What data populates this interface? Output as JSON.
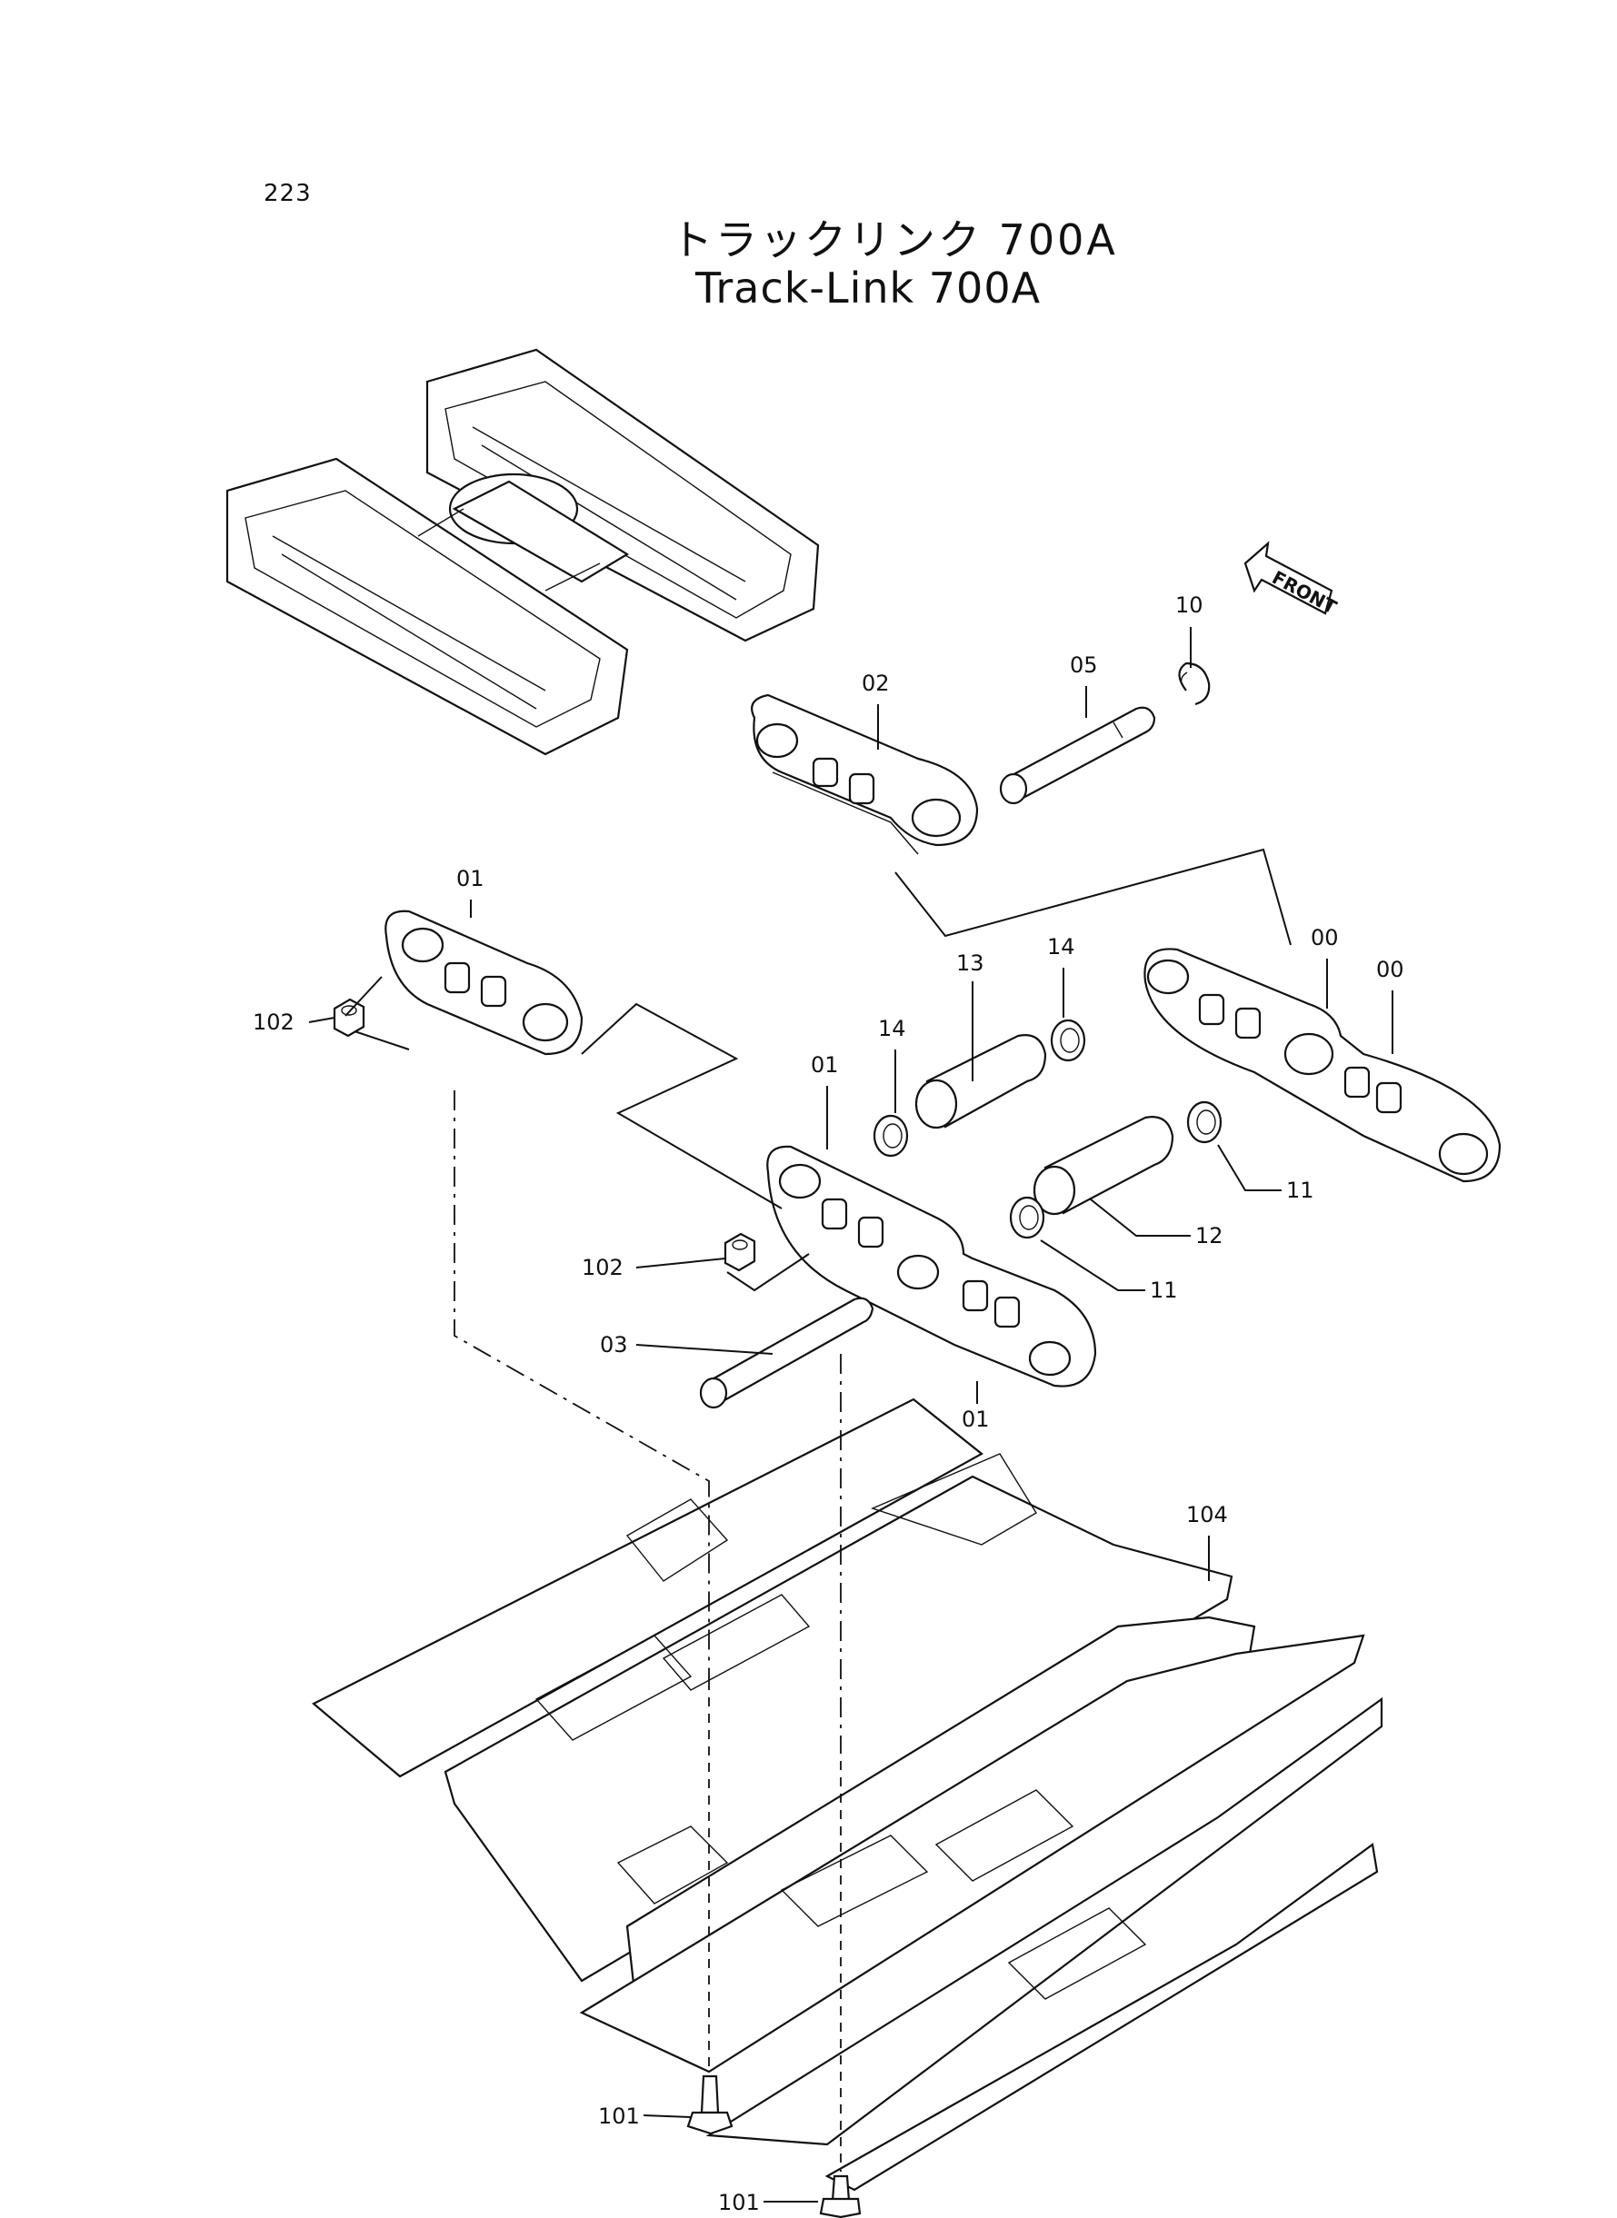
{
  "page_number": "223",
  "title": {
    "japanese": "トラックリンク 700A",
    "english": "Track-Link 700A"
  },
  "front_arrow_label": "FRONT",
  "callouts": {
    "link_00_a": "00",
    "link_00_b": "00",
    "link_01_top": "01",
    "link_01_mid": "01",
    "link_01_bottom": "01",
    "link_02": "02",
    "pin_03": "03",
    "pin_05": "05",
    "ring_10": "10",
    "seal_11_right": "11",
    "seal_11_bottom": "11",
    "bushing_12": "12",
    "bushing_13": "13",
    "seal_14_left": "14",
    "seal_14_right": "14",
    "bolt_101_a": "101",
    "bolt_101_b": "101",
    "nut_102_a": "102",
    "nut_102_b": "102",
    "shoe_104": "104"
  }
}
